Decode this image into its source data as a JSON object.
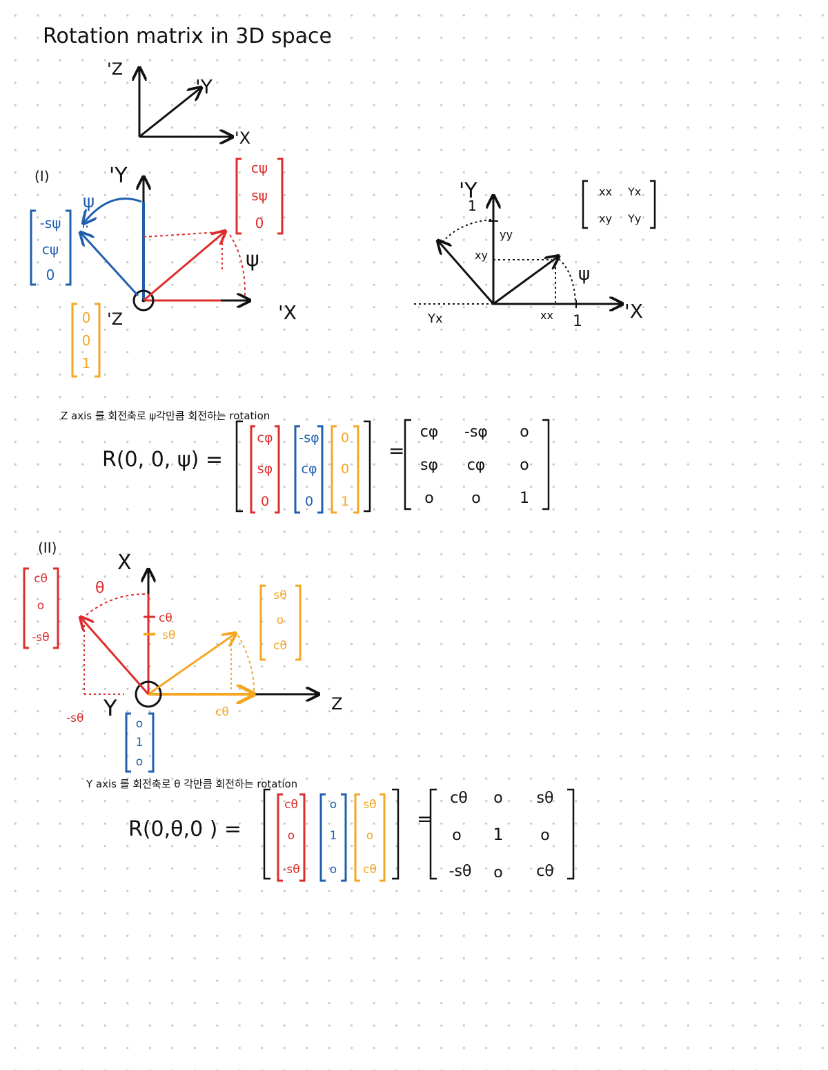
{
  "page": {
    "title": "Rotation matrix in 3D space"
  },
  "colors": {
    "ink": "#111111",
    "red": "#dd2c2c",
    "blue": "#1f5fae",
    "orange": "#f5a623"
  },
  "axes_sketch": {
    "z": "'Z",
    "y": "'Y",
    "x": "'X"
  },
  "section1": {
    "number": "(I)",
    "y_label": "'Y",
    "x_label": "'X",
    "z_label": "'Z",
    "angle": "ψ",
    "angle2": "ψ",
    "red_vec": [
      "cψ",
      "sψ",
      "0"
    ],
    "blue_vec": [
      "-sψ",
      "cψ",
      "0"
    ],
    "orange_vec": [
      "0",
      "0",
      "1"
    ],
    "caption": "Z axis 를 회전축로 ψ각만큼 회전하는 rotation",
    "lhs": "R(0, 0, ψ) =",
    "m_red": [
      "cφ",
      "sφ",
      "0"
    ],
    "m_blue": [
      "-sφ",
      "cφ",
      "0"
    ],
    "m_orange": [
      "0",
      "0",
      "1"
    ],
    "equals": "=",
    "result": [
      [
        "cφ",
        "-sφ",
        "o"
      ],
      [
        "sφ",
        "cφ",
        "o"
      ],
      [
        "o",
        "o",
        "1"
      ]
    ]
  },
  "right_fig": {
    "y_label": "'Y",
    "x_label": "'X",
    "one_y": "1",
    "one_x": "1",
    "xy": "xy",
    "yy": "yy",
    "yx": "Yx",
    "xx": "xx",
    "angle": "ψ",
    "matrix": [
      [
        "xx",
        "Yx"
      ],
      [
        "xy",
        "Yy"
      ]
    ]
  },
  "section2": {
    "number": "(II)",
    "x_label": "X",
    "z_label": "Z",
    "y_label": "Y",
    "angle": "θ",
    "red_vec": [
      "cθ",
      "o",
      "-sθ"
    ],
    "orange_vec": [
      "sθ",
      "o",
      "cθ"
    ],
    "blue_vec": [
      "o",
      "1",
      "o"
    ],
    "tick_c": "cθ",
    "tick_s": "sθ",
    "neg_s": "-sθ",
    "c_on_z": "cθ",
    "caption": "Y axis 를 회전축로 θ 각만큼 회전하는 rotation",
    "lhs": "R(0,θ,0 ) =",
    "m_red": [
      "cθ",
      "o",
      "-sθ"
    ],
    "m_blue": [
      "o",
      "1",
      "o"
    ],
    "m_orange": [
      "sθ",
      "o",
      "cθ"
    ],
    "equals": "=",
    "result": [
      [
        "cθ",
        "o",
        "sθ"
      ],
      [
        "o",
        "1",
        "o"
      ],
      [
        "-sθ",
        "o",
        "cθ"
      ]
    ]
  }
}
